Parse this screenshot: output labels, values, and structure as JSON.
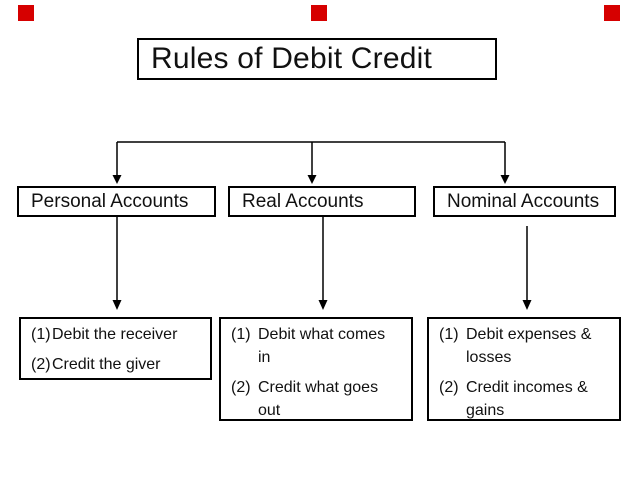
{
  "slide": {
    "title": "Rules of Debit Credit",
    "colors": {
      "background": "#ffffff",
      "marker_red": "#d60000",
      "line_and_border": "#000000",
      "text": "#111111"
    },
    "decorations": {
      "red_square_positions": [
        "top-left",
        "top-center",
        "top-right"
      ]
    },
    "categories": [
      {
        "label": "Personal Accounts",
        "rules": [
          {
            "num": "(1)",
            "lines": [
              "Debit the receiver",
              ""
            ]
          },
          {
            "num": "(2)",
            "lines": [
              "Credit the giver",
              ""
            ]
          }
        ]
      },
      {
        "label": "Real Accounts",
        "rules": [
          {
            "num": "(1)",
            "lines": [
              "Debit what comes",
              "in"
            ]
          },
          {
            "num": "(2)",
            "lines": [
              "Credit what goes",
              "out"
            ]
          }
        ]
      },
      {
        "label": "Nominal Accounts",
        "rules": [
          {
            "num": "(1)",
            "lines": [
              "Debit expenses &",
              "losses"
            ]
          },
          {
            "num": "(2)",
            "lines": [
              "Credit incomes &",
              "gains"
            ]
          }
        ]
      }
    ]
  }
}
